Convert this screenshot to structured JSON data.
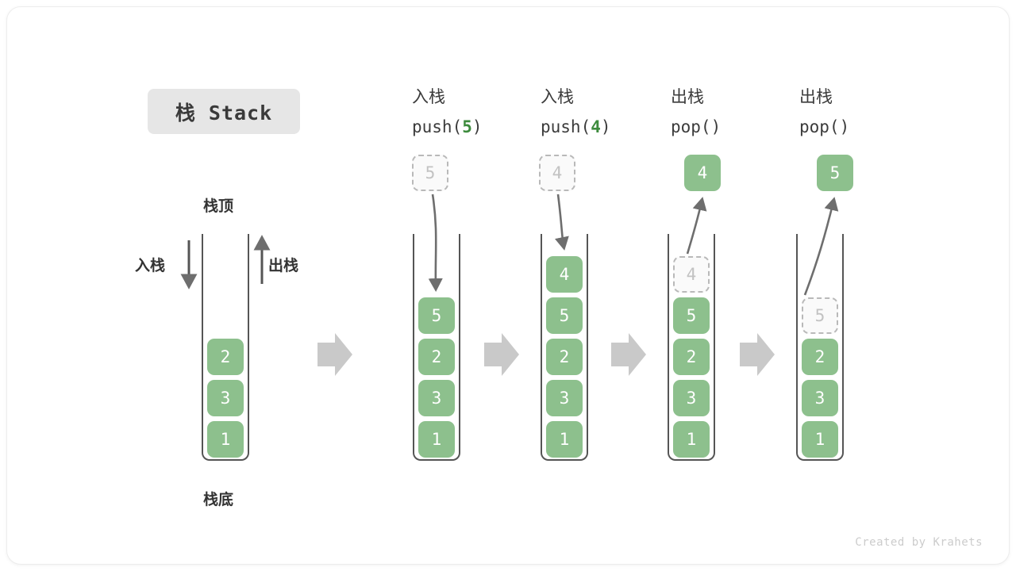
{
  "title_badge": "栈 Stack",
  "labels": {
    "top": "栈顶",
    "bottom": "栈底",
    "push": "入栈",
    "pop": "出栈"
  },
  "watermark": "Created by Krahets",
  "colors": {
    "cell_green": "#8dc08d",
    "accent_green": "#3d8b3d",
    "wall_gray": "#555555",
    "ghost_gray": "#c2c2c2",
    "arrow_gray": "#6e6e6e",
    "block_arrow_gray": "#c9c9c9",
    "badge_bg": "#e6e6e6"
  },
  "stages": [
    {
      "id": "initial",
      "op_cn": "",
      "op_code": "",
      "stack": [
        "1",
        "3",
        "2"
      ],
      "incoming": null,
      "outgoing": null,
      "ghost_top": null
    },
    {
      "id": "push-5",
      "op_cn": "入栈",
      "op_code_prefix": "push(",
      "op_code_num": "5",
      "op_code_suffix": ")",
      "stack": [
        "1",
        "3",
        "2",
        "5"
      ],
      "incoming": "5",
      "outgoing": null,
      "ghost_top": null
    },
    {
      "id": "push-4",
      "op_cn": "入栈",
      "op_code_prefix": "push(",
      "op_code_num": "4",
      "op_code_suffix": ")",
      "stack": [
        "1",
        "3",
        "2",
        "5",
        "4"
      ],
      "incoming": "4",
      "outgoing": null,
      "ghost_top": null
    },
    {
      "id": "pop-1",
      "op_cn": "出栈",
      "op_code_prefix": "pop(",
      "op_code_num": "",
      "op_code_suffix": ")",
      "stack": [
        "1",
        "3",
        "2",
        "5"
      ],
      "incoming": null,
      "outgoing": "4",
      "ghost_top": "4"
    },
    {
      "id": "pop-2",
      "op_cn": "出栈",
      "op_code_prefix": "pop(",
      "op_code_num": "",
      "op_code_suffix": ")",
      "stack": [
        "1",
        "3",
        "2"
      ],
      "incoming": null,
      "outgoing": "5",
      "ghost_top": "5"
    }
  ],
  "stage_separators": [
    "arrow-right",
    "arrow-right",
    "arrow-right",
    "arrow-right"
  ]
}
